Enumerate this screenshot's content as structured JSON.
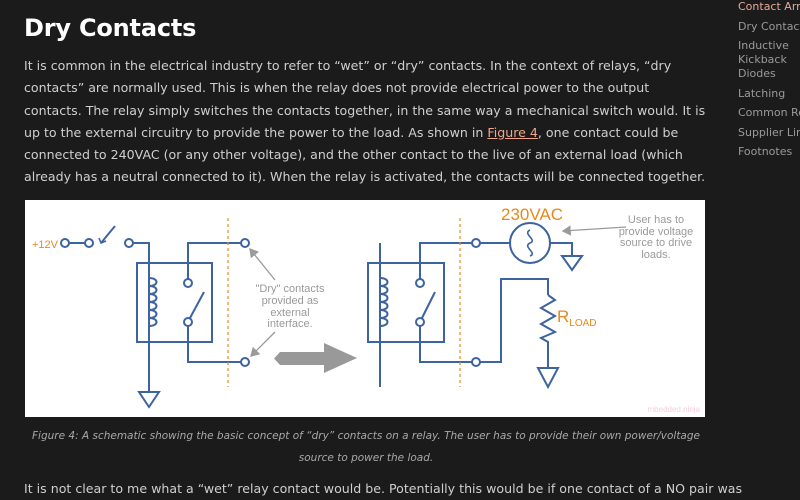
{
  "article": {
    "title": "Dry Contacts",
    "para1_before_link": "It is common in the electrical industry to refer to “wet” or “dry” contacts. In the context of relays, “dry contacts” are normally used. This is when the relay does not provide electrical power to the output contacts. The relay simply switches the contacts together, in the same way a mechanical switch would. It is up to the external circuitry to provide the power to the load. As shown in ",
    "para1_link": "Figure 4",
    "para1_after_link": ", one contact could be connected to 240VAC (or any other voltage), and the other contact to the live of an external load (which already has a neutral connected to it). When the relay is activated, the contacts will be connected together.",
    "figure": {
      "label_12v": "+12V",
      "dry_text": [
        "\"Dry\" contacts",
        "provided as",
        "external",
        "interface."
      ],
      "label_230vac": "230VAC",
      "user_text": [
        "User has to",
        "provide voltage",
        "source to drive",
        "loads."
      ],
      "rload_main": "R",
      "rload_sub": "LOAD",
      "watermark": "mbedded.ninja",
      "colors": {
        "wire": "#3d63a0",
        "accent": "#e8891c",
        "note": "#9a9a9a"
      }
    },
    "caption": "Figure 4: A schematic showing the basic concept of “dry” contacts on a relay. The user has to provide their own power/voltage source to power the load.",
    "para2": "It is not clear to me what a “wet” relay contact would be. Potentially this would be if one contact of a NO pair was"
  },
  "toc": {
    "items": [
      {
        "label": "Contact Arrangements",
        "active": true
      },
      {
        "label": "Dry Contacts"
      },
      {
        "label": "Inductive Kickback Diodes"
      },
      {
        "label": "Latching"
      },
      {
        "label": "Common Relays"
      },
      {
        "label": "Supplier Links"
      },
      {
        "label": "Footnotes"
      }
    ]
  }
}
